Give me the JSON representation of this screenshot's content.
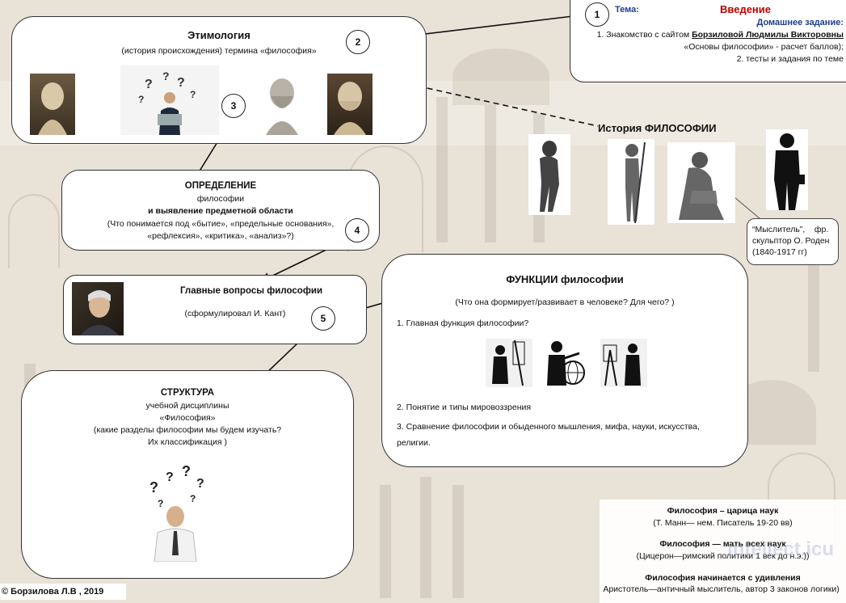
{
  "topic_card": {
    "theme_label": "Тема:",
    "theme_value": "Введение",
    "homework_label": "Домашнее задание:",
    "hw_line1_prefix": "1. Знакомство с сайтом ",
    "hw_line1_bold": "Борзиловой Людмилы Викторовны",
    "hw_line2": "«Основы философии» - расчет баллов);",
    "hw_line3": "2. тесты и задания по теме"
  },
  "markers": [
    "1",
    "2",
    "3",
    "4",
    "5"
  ],
  "etymology": {
    "title": "Этимология",
    "subtitle": "(история происхождения) термина «философия»"
  },
  "history": {
    "title": "История ФИЛОСОФИИ"
  },
  "thinker_caption": {
    "line1": "“Мыслитель”,    фр.",
    "line2": "скульптор О. Роден",
    "line3": "(1840-1917 гг)"
  },
  "definition": {
    "title": "ОПРЕДЕЛЕНИЕ",
    "line1": "философии",
    "line2": "и выявление предметной области",
    "line3": "(Что понимается под «бытие», «предельные основания»,",
    "line4": "«рефлексия», «критика», «анализ»?)"
  },
  "questions": {
    "title": "Главные вопросы философии",
    "subtitle": "(сформулировал И. Кант)"
  },
  "functions": {
    "title": "ФУНКЦИИ философии",
    "subtitle": "(Что она формирует/развивает в  человеке? Для чего? )",
    "item1": "1. Главная функция философии?",
    "item2": "2. Понятие и типы мировоззрения",
    "item3_line1": "3. Сравнение философии и обыденного мышления, мифа, науки, искусства,",
    "item3_line2": "религии."
  },
  "structure": {
    "title": "СТРУКТУРА",
    "line1": "учебной дисциплины",
    "line2": "«Философия»",
    "line3": "(какие разделы философии мы будем изучать?",
    "line4": "Их классификация )"
  },
  "quotes": {
    "q1_title": "Философия – царица наук",
    "q1_src": "(Т. Манн— нем. Писатель 19-20 вв)",
    "q2_title": "Философия — мать всех наук",
    "q2_src": "(Цицерон—римский политики 1 век до н.э.))",
    "q3_title": "Философия начинается с удивления",
    "q3_src": "Аристотель—античный мыслитель, автор 3 законов логики)"
  },
  "watermark": "intellect.icu",
  "footer": {
    "copyright": "© Борзилова Л.В , 2019"
  },
  "colors": {
    "theme_label": "#1f3d8a",
    "theme_value": "#c00000",
    "homework": "#1f3d8a"
  }
}
